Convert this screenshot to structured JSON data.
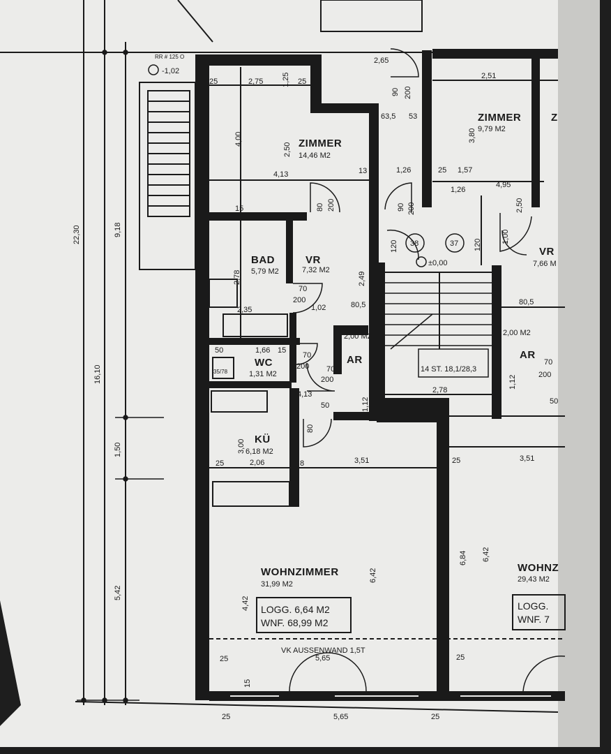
{
  "rooms": {
    "zimmer_a": {
      "name": "ZIMMER",
      "area": "14,46 M2"
    },
    "zimmer_b": {
      "name": "ZIMMER",
      "area": "9,79 M2"
    },
    "zimmer_c": {
      "name": "Z"
    },
    "bad": {
      "name": "BAD",
      "area": "5,79 M2"
    },
    "vr_a": {
      "name": "VR",
      "area": "7,32 M2"
    },
    "vr_b": {
      "name": "VR",
      "area": "7,66 M"
    },
    "wc": {
      "name": "WC",
      "area": "1,31 M2"
    },
    "ar_a": {
      "name": "AR",
      "area": "2,00 M2"
    },
    "ar_b": {
      "name": "AR",
      "area": "2,00 M2"
    },
    "kue": {
      "name": "KÜ",
      "area": "6,18 M2"
    },
    "wohnzimmer_a": {
      "name": "WOHNZIMMER",
      "area": "31,99 M2"
    },
    "wohnzimmer_b": {
      "name": "WOHNZ",
      "area": "29,43 M2"
    }
  },
  "summary_a": {
    "logg": "LOGG. 6,64 M2",
    "wnf": "WNF. 68,99 M2"
  },
  "summary_b": {
    "logg": "LOGG.",
    "wnf": "WNF. 7"
  },
  "stair": {
    "left_num": "38",
    "right_num": "37",
    "level": "±0,00",
    "steps": "14 ST. 18,1/28,3"
  },
  "notes": {
    "aussenwand": "VK AUSSENWAND 1,5T",
    "level_left": "-1,02",
    "rr_note": "RR # 125 O"
  },
  "dims": {
    "overall_total": "22,30",
    "overall_a": "9,18",
    "overall_b": "16,10",
    "overall_c": "1,50",
    "overall_d": "5,42",
    "top_25a": "25",
    "top_275": "2,75",
    "top_125": "1,25",
    "top_25b": "25",
    "zimmer_400": "4,00",
    "zimmer_250": "2,50",
    "zimmer_413": "4,13",
    "zimmer_13": "13",
    "zimmer_15": "15",
    "top_265": "2,65",
    "top_251": "2,51",
    "z2_380": "3,80",
    "door_90a": "90",
    "door_200a": "200",
    "h_635": "63,5",
    "h_53": "53",
    "d_126a": "1,26",
    "d_25": "25",
    "d_157": "1,57",
    "d_126b": "1,26",
    "d_495": "4,95",
    "door_80": "80",
    "door_200b": "200",
    "door_90b": "90",
    "door_200c": "200",
    "bad_278": "2,78",
    "door_70a": "70",
    "door_200d": "200",
    "bad_235": "2,35",
    "bad_102": "1,02",
    "vr_249": "2,49",
    "vr_805": "80,5",
    "wc_50": "50",
    "wc_166": "1,66",
    "wc_15": "15",
    "wc_3578": "35/78",
    "door_70b": "70",
    "door_200e": "200",
    "door_70c": "70",
    "door_200f": "200",
    "d_413": "4,13",
    "stair_120a": "120",
    "stair_120b": "120",
    "stair_278": "2,78",
    "r_805": "80,5",
    "r_112": "1,12",
    "r_70": "70",
    "r_200": "200",
    "r_50": "50",
    "kue_300": "3,00",
    "kue_206": "2,06",
    "kue_25": "25",
    "kue_8": "8",
    "kue_351a": "3,51",
    "kue_25b": "25",
    "kue_351b": "3,51",
    "door_80b": "80",
    "door_50": "50",
    "v_112": "1,12",
    "wz_442": "4,42",
    "wz_642a": "6,42",
    "wz_684": "6,84",
    "wz_642b": "6,42",
    "wz_565a": "5,65",
    "wz_25a": "25",
    "wz_25b": "25",
    "wz_15": "15",
    "bot_25a": "25",
    "bot_565": "5,65",
    "bot_25b": "25",
    "wd_250": "2,50",
    "wd_100": "1,00"
  },
  "colors": {
    "paper": "#ececea",
    "ink": "#1a1a1a",
    "hatch": "#2a2a2a"
  }
}
